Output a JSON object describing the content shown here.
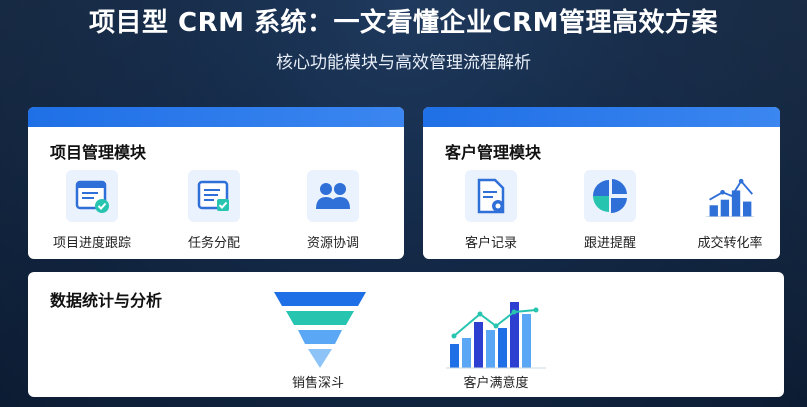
{
  "header": {
    "title": "项目型 CRM 系统：一文看懂企业CRM管理高效方案",
    "subtitle": "核心功能模块与高效管理流程解析"
  },
  "colors": {
    "accent_blue": "#1f6fe6",
    "teal": "#27c4b0",
    "light_blue": "#5aa8f5",
    "icon_bg": "#eaf2fd"
  },
  "project_module": {
    "title": "项目管理模块",
    "items": [
      {
        "label": "项目进度跟踪",
        "icon": "calendar-check-icon"
      },
      {
        "label": "任务分配",
        "icon": "task-check-icon"
      },
      {
        "label": "资源协调",
        "icon": "users-icon"
      }
    ]
  },
  "customer_module": {
    "title": "客户管理模块",
    "items": [
      {
        "label": "客户记录",
        "icon": "document-record-icon"
      },
      {
        "label": "跟进提醒",
        "icon": "pie-chart-icon"
      },
      {
        "label": "成交转化率",
        "icon": "bar-line-chart-icon"
      }
    ]
  },
  "analytics_module": {
    "title": "数据统计与分析",
    "charts": [
      {
        "label": "销售深斗",
        "icon": "funnel-chart-icon"
      },
      {
        "label": "客户满意度",
        "icon": "bar-line-chart-icon"
      }
    ]
  }
}
